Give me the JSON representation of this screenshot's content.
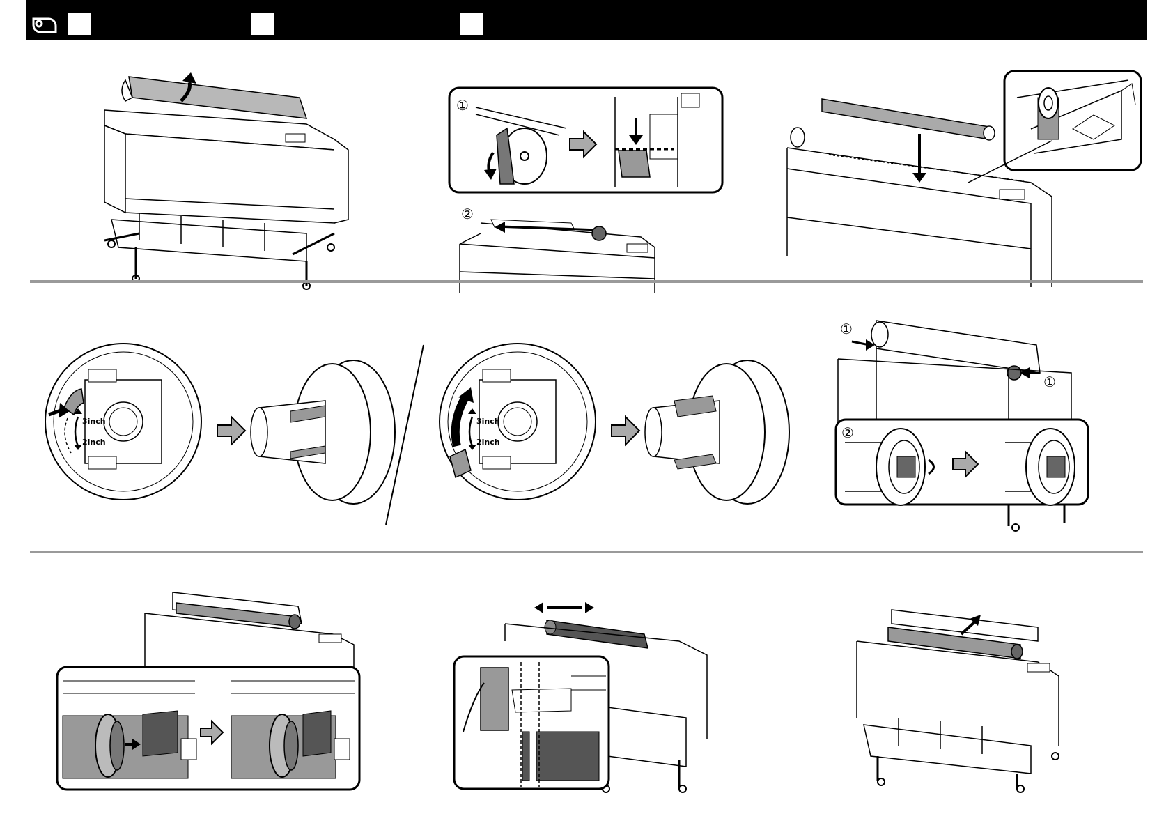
{
  "header": {
    "icon": "roll-paper-icon",
    "step_boxes": [
      "",
      "",
      ""
    ]
  },
  "callouts": {
    "one": "①",
    "two": "②"
  },
  "adapter_size": {
    "large": "3inch",
    "small": "2inch"
  },
  "colors": {
    "header_bg": "#000000",
    "rule": "#9a9a9a",
    "paper_gray": "#a0a0a0",
    "paper_dark": "#555555"
  }
}
